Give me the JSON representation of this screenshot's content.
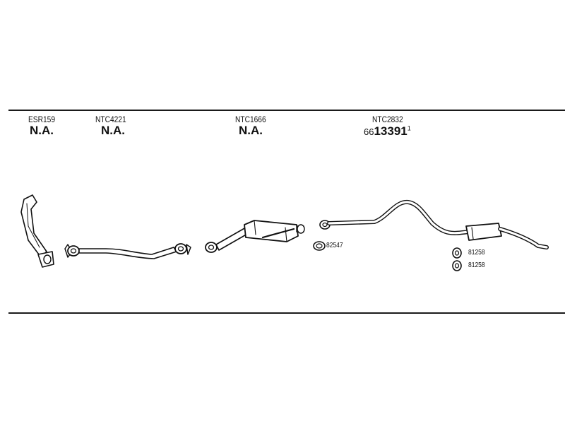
{
  "parts": [
    {
      "code": "ESR159",
      "status": "N.A."
    },
    {
      "code": "NTC4221",
      "status": "N.A."
    },
    {
      "code": "NTC1666",
      "status": "N.A."
    },
    {
      "code": "NTC2832",
      "number_prefix": "66",
      "number_main": "13391",
      "number_suffix": "1"
    }
  ],
  "hardware": {
    "gasket": "82547",
    "clamp_1": "81258",
    "clamp_2": "81258"
  }
}
